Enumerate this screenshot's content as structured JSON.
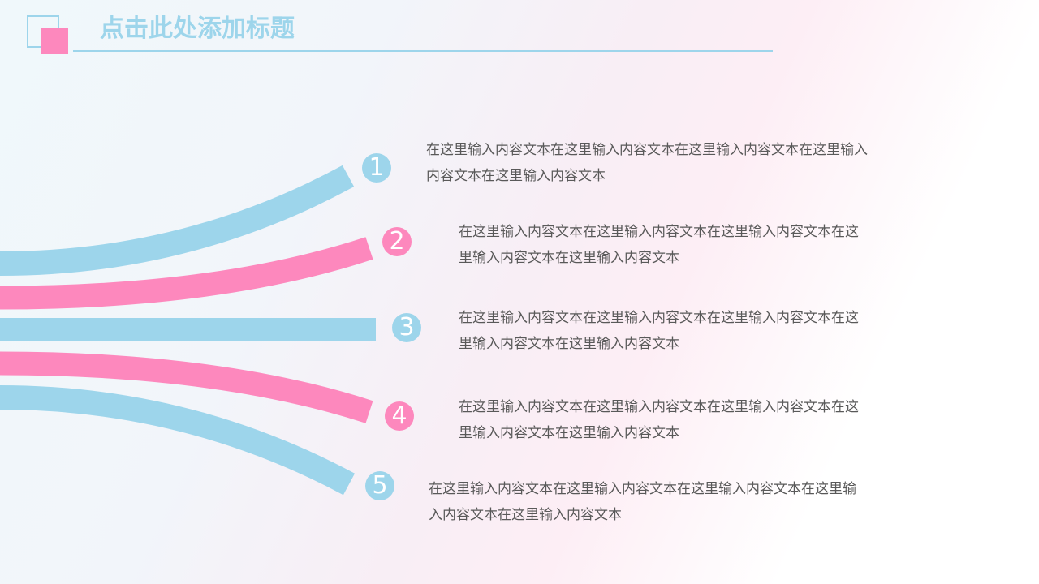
{
  "header": {
    "title": "点击此处添加标题",
    "accent_blue": "#9dd5eb",
    "accent_pink": "#fd88bd"
  },
  "items": [
    {
      "number": "1",
      "color": "blue",
      "lines": [
        "在这里输入内容文本在这里输入内容文本在这里输入内容文本在这里输入",
        "内容文本在这里输入内容文本"
      ]
    },
    {
      "number": "2",
      "color": "pink",
      "lines": [
        "在这里输入内容文本在这里输入内容文本在这里输入内容文本在这",
        "里输入内容文本在这里输入内容文本"
      ]
    },
    {
      "number": "3",
      "color": "blue",
      "lines": [
        "在这里输入内容文本在这里输入内容文本在这里输入内容文本在这",
        "里输入内容文本在这里输入内容文本"
      ]
    },
    {
      "number": "4",
      "color": "pink",
      "lines": [
        "在这里输入内容文本在这里输入内容文本在这里输入内容文本在这",
        "里输入内容文本在这里输入内容文本"
      ]
    },
    {
      "number": "5",
      "color": "blue",
      "lines": [
        "在这里输入内容文本在这里输入内容文本在这里输入内容文本在这里输",
        "入内容文本在这里输入内容文本"
      ]
    }
  ]
}
